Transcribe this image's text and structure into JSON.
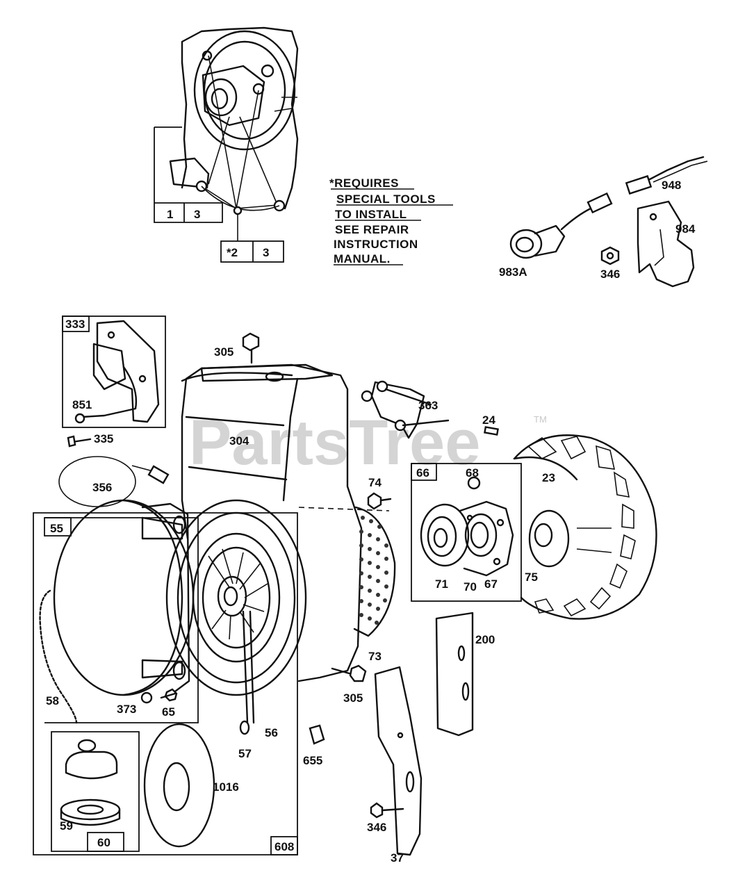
{
  "watermark": {
    "text": "PartsTree",
    "trademark": "TM"
  },
  "note": {
    "lines": [
      "*REQUIRES",
      "SPECIAL TOOLS",
      "TO INSTALL",
      "SEE REPAIR",
      "INSTRUCTION",
      "MANUAL."
    ]
  },
  "callouts": {
    "c1": "1",
    "c3a": "3",
    "c2": "*2",
    "c3b": "3",
    "c948": "948",
    "c984": "984",
    "c983a": "983A",
    "c346a": "346",
    "c333": "333",
    "c851": "851",
    "c335": "335",
    "c356": "356",
    "c305a": "305",
    "c304": "304",
    "c363": "363",
    "c24": "24",
    "c23": "23",
    "c74": "74",
    "c66": "66",
    "c68": "68",
    "c71": "71",
    "c70": "70",
    "c67": "67",
    "c75": "75",
    "c55": "55",
    "c58": "58",
    "c373": "373",
    "c65": "65",
    "c56": "56",
    "c57": "57",
    "c73": "73",
    "c305b": "305",
    "c655": "655",
    "c200": "200",
    "c1016": "1016",
    "c59": "59",
    "c60": "60",
    "c608": "608",
    "c346b": "346",
    "c37": "37"
  }
}
